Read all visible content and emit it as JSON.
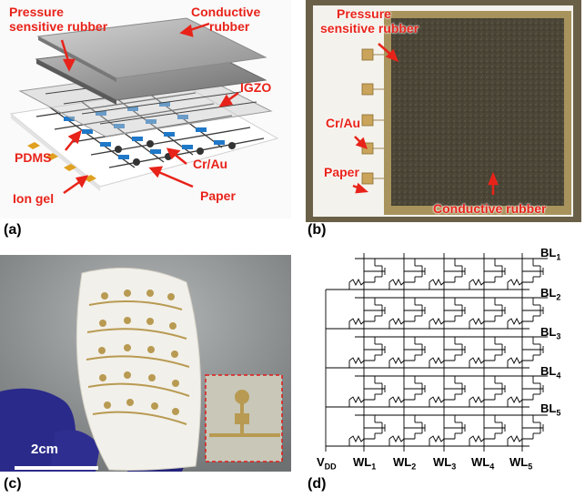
{
  "panel_a": {
    "label": "(a)",
    "labels": {
      "pressure": [
        "Pressure",
        "sensitive rubber"
      ],
      "conductive": [
        "Conductive",
        "rubber"
      ],
      "igzo": "IGZO",
      "pdms": "PDMS",
      "crau": "Cr/Au",
      "iongel": "Ion gel",
      "paper": "Paper"
    }
  },
  "panel_b": {
    "label": "(b)",
    "labels": {
      "pressure": [
        "Pressure",
        "sensitive rubber"
      ],
      "crau": "Cr/Au",
      "paper": "Paper",
      "conductive": "Conductive rubber"
    }
  },
  "panel_c": {
    "label": "(c)",
    "scale": "2cm"
  },
  "panel_d": {
    "label": "(d)",
    "bitlines": [
      {
        "base": "BL",
        "sub": "1"
      },
      {
        "base": "BL",
        "sub": "2"
      },
      {
        "base": "BL",
        "sub": "3"
      },
      {
        "base": "BL",
        "sub": "4"
      },
      {
        "base": "BL",
        "sub": "5"
      }
    ],
    "wordlines": [
      {
        "base": "V",
        "sub": "DD"
      },
      {
        "base": "WL",
        "sub": "1"
      },
      {
        "base": "WL",
        "sub": "2"
      },
      {
        "base": "WL",
        "sub": "3"
      },
      {
        "base": "WL",
        "sub": "4"
      },
      {
        "base": "WL",
        "sub": "5"
      }
    ]
  }
}
